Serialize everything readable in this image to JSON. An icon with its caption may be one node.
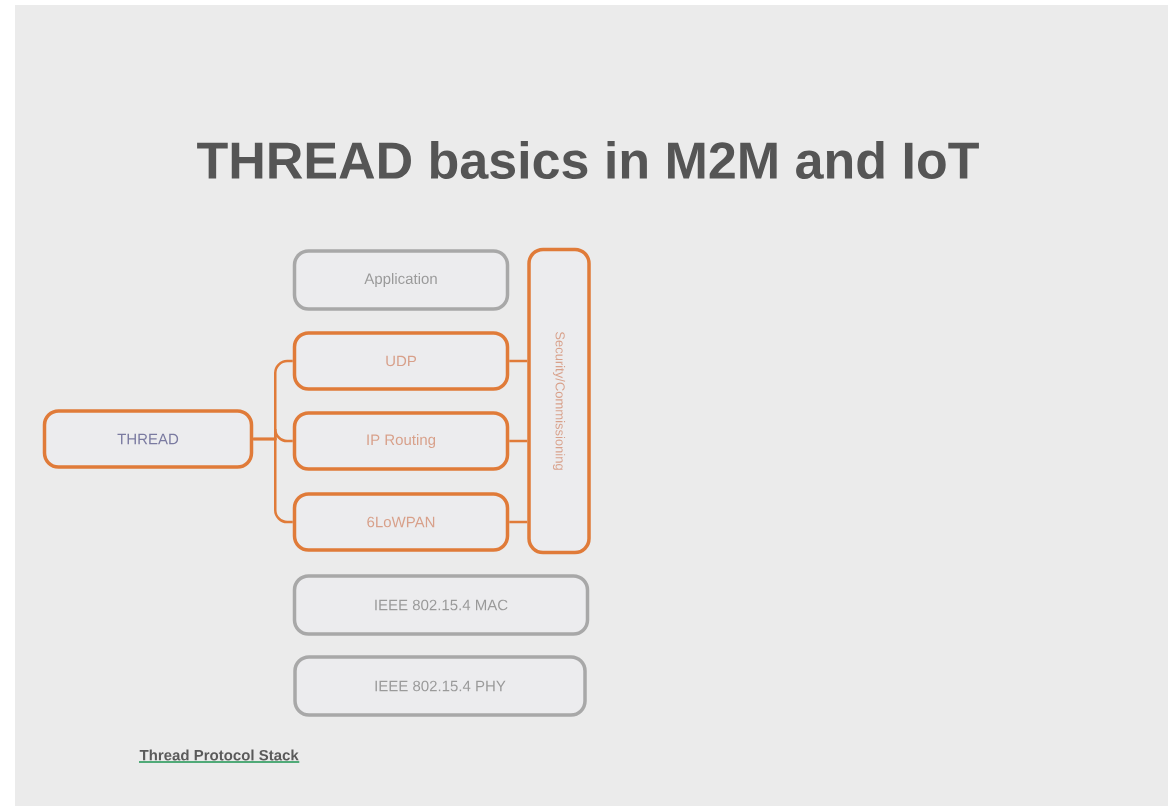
{
  "diagram": {
    "title": "THREAD basics in M2M and IoT",
    "nodes": [
      {
        "text": [
          "THREAD"
        ]
      },
      {
        "text": [
          "Application"
        ]
      },
      {
        "text": [
          "UDP"
        ]
      },
      {
        "text": [
          "IP Routing"
        ]
      },
      {
        "text": [
          "6LoWPAN"
        ]
      },
      {
        "text": [
          "Security/Commissioning"
        ]
      },
      {
        "text": [
          "IEEE 802.15.4 MAC"
        ]
      },
      {
        "text": [
          "IEEE 802.15.4 PHY"
        ]
      }
    ],
    "edges": [
      {
        "from": 0,
        "to": 2,
        "arrow": "none"
      },
      {
        "from": 0,
        "to": 3,
        "arrow": "none"
      },
      {
        "from": 0,
        "to": 4,
        "arrow": "none"
      },
      {
        "from": 2,
        "to": 5,
        "arrow": "none"
      },
      {
        "from": 3,
        "to": 5,
        "arrow": "none"
      },
      {
        "from": 4,
        "to": 5,
        "arrow": "none"
      }
    ],
    "caption": "Thread Protocol Stack"
  }
}
